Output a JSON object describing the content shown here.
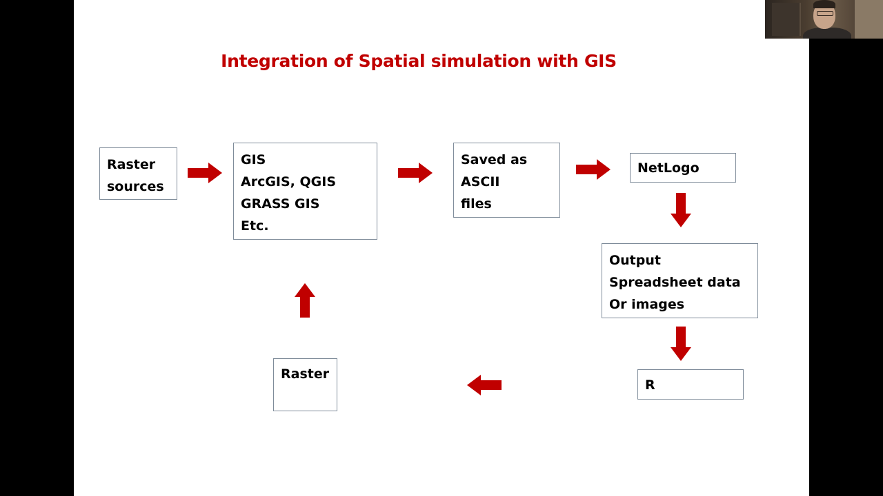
{
  "slide": {
    "title": "Integration of Spatial simulation with GIS",
    "title_color": "#c00000",
    "arrow_color": "#c00000"
  },
  "nodes": {
    "raster_sources": [
      "Raster",
      "sources"
    ],
    "gis": [
      "GIS",
      "ArcGIS, QGIS",
      "GRASS GIS",
      "Etc."
    ],
    "ascii": [
      "Saved as",
      "ASCII",
      "files"
    ],
    "netlogo": [
      "NetLogo"
    ],
    "output": [
      "Output",
      "Spreadsheet data",
      "Or images"
    ],
    "r": [
      "R"
    ],
    "raster": [
      "Raster"
    ]
  },
  "flow": [
    {
      "from": "raster_sources",
      "to": "gis",
      "direction": "right"
    },
    {
      "from": "gis",
      "to": "ascii",
      "direction": "right"
    },
    {
      "from": "ascii",
      "to": "netlogo",
      "direction": "right"
    },
    {
      "from": "netlogo",
      "to": "output",
      "direction": "down"
    },
    {
      "from": "output",
      "to": "r",
      "direction": "down"
    },
    {
      "from": "r",
      "to": "raster",
      "direction": "left"
    },
    {
      "from": "raster",
      "to": "gis",
      "direction": "up"
    }
  ]
}
